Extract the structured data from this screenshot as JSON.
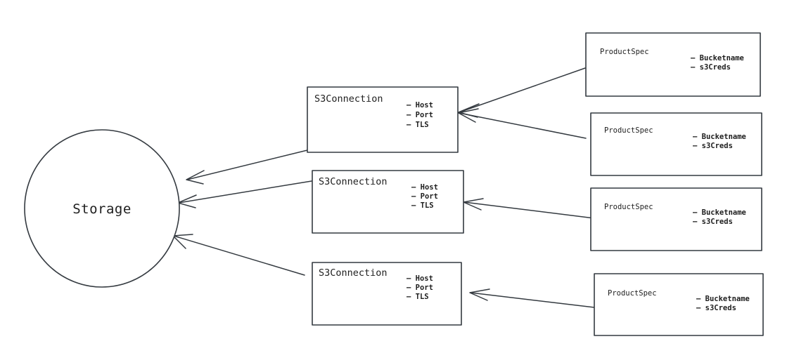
{
  "diagram": {
    "title": "Storage",
    "background_color": "#ffffff",
    "stroke_color": "#343a40",
    "text_color": "#1e1e1e",
    "hub": {
      "label": "Storage",
      "shape": "circle"
    },
    "connection_nodes": [
      {
        "id": "s3conn-1",
        "title": "S3Connection",
        "attributes": [
          "– Host",
          "– Port",
          "– TLS"
        ]
      },
      {
        "id": "s3conn-2",
        "title": "S3Connection",
        "attributes": [
          "– Host",
          "– Port",
          "– TLS"
        ]
      },
      {
        "id": "s3conn-3",
        "title": "S3Connection",
        "attributes": [
          "– Host",
          "– Port",
          "– TLS"
        ]
      }
    ],
    "spec_nodes": [
      {
        "id": "spec-1",
        "title": "ProductSpec",
        "attributes": [
          "– Bucketname",
          "– s3Creds"
        ]
      },
      {
        "id": "spec-2",
        "title": "ProductSpec",
        "attributes": [
          "– Bucketname",
          "– s3Creds"
        ]
      },
      {
        "id": "spec-3",
        "title": "ProductSpec",
        "attributes": [
          "– Bucketname",
          "– s3Creds"
        ]
      },
      {
        "id": "spec-4",
        "title": "ProductSpec",
        "attributes": [
          "– Bucketname",
          "– s3Creds"
        ]
      }
    ],
    "edges": [
      {
        "id": "edge-conn1-storage",
        "from": "s3conn-1",
        "to": "hub"
      },
      {
        "id": "edge-conn2-storage",
        "from": "s3conn-2",
        "to": "hub"
      },
      {
        "id": "edge-conn3-storage",
        "from": "s3conn-3",
        "to": "hub"
      },
      {
        "id": "edge-spec1-conn1",
        "from": "spec-1",
        "to": "s3conn-1"
      },
      {
        "id": "edge-spec2-conn1",
        "from": "spec-2",
        "to": "s3conn-1"
      },
      {
        "id": "edge-spec3-conn2",
        "from": "spec-3",
        "to": "s3conn-2"
      },
      {
        "id": "edge-spec4-conn3",
        "from": "spec-4",
        "to": "s3conn-3"
      }
    ]
  }
}
